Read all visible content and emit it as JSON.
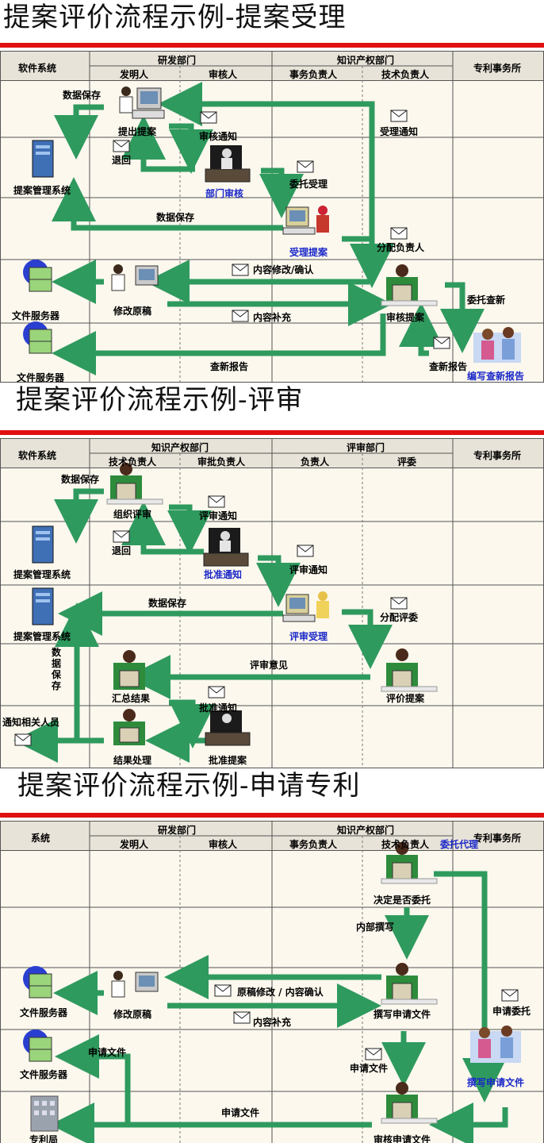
{
  "panel1": {
    "title": "提案评价流程示例-提案受理",
    "headers": {
      "software": "软件系统",
      "rd": "研发部门",
      "inventor": "发明人",
      "reviewer": "审核人",
      "ip": "知识产权部门",
      "affairs": "事务负责人",
      "tech": "技术负责人",
      "patent": "专利事务所"
    },
    "labels": {
      "save1": "数据保存",
      "submit": "提出提案",
      "notify_review": "审核通知",
      "notify_accept": "受理通知",
      "return": "退回",
      "dept_review": "部门审核",
      "entrust_accept": "委托受理",
      "mgmt_system": "提案管理系统",
      "save2": "数据保存",
      "accept": "受理提案",
      "assign": "分配负责人",
      "modify_confirm": "内容修改/确认",
      "file_server1": "文件服务器",
      "revise": "修改原稿",
      "entrust_search": "委托查新",
      "supplement": "内容补充",
      "review_proposal": "审核提案",
      "file_server2": "文件服务器",
      "search_report": "查新报告",
      "search_report2": "查新报告",
      "write_report": "编写查新报告"
    }
  },
  "panel2": {
    "title": "提案评价流程示例-评审",
    "headers": {
      "software": "软件系统",
      "ip": "知识产权部门",
      "tech": "技术负责人",
      "approver": "审批负责人",
      "eval": "评审部门",
      "lead": "负责人",
      "judge": "评委",
      "patent": "专利事务所"
    },
    "labels": {
      "save1": "数据保存",
      "organize": "组织评审",
      "notify_eval": "评审通知",
      "return": "退回",
      "mgmt_system1": "提案管理系统",
      "approve_notice": "批准通知",
      "notify_eval2": "评审通知",
      "save2": "数据保存",
      "assign_judges": "分配评委",
      "mgmt_system2": "提案管理系统",
      "eval_accept": "评审受理",
      "save_vertical": "数据保存",
      "eval_opinion": "评审意见",
      "summarize": "汇总结果",
      "approve_notice2": "批准通知",
      "evaluate": "评价提案",
      "notify_people": "通知相关人员",
      "result_process": "结果处理",
      "approve_proposal": "批准提案"
    }
  },
  "panel3": {
    "title": "提案评价流程示例-申请专利",
    "headers": {
      "system": "系统",
      "rd": "研发部门",
      "inventor": "发明人",
      "reviewer": "审核人",
      "ip": "知识产权部门",
      "affairs": "事务负责人",
      "tech": "技术负责人",
      "patent": "专利事务所"
    },
    "labels": {
      "entrust_agent": "委托代理",
      "decide": "决定是否委托",
      "internal": "内部撰写",
      "modify_confirm": "原稿修改 / 内容确认",
      "file_server1": "文件服务器",
      "revise": "修改原稿",
      "write_app": "撰写申请文件",
      "entrust_app": "申请委托",
      "supplement": "内容补充",
      "app_doc1": "申请文件",
      "file_server2": "文件服务器",
      "app_doc2": "申请文件",
      "write_app2": "撰写申请文件",
      "app_doc3": "申请文件",
      "patent_bureau": "专利局",
      "review_app": "审核申请文件"
    }
  },
  "colors": {
    "arrow": "#2f9a5e",
    "title_red": "#e01010",
    "blue_label": "#1a27c8",
    "board": "#fcf8ee"
  }
}
